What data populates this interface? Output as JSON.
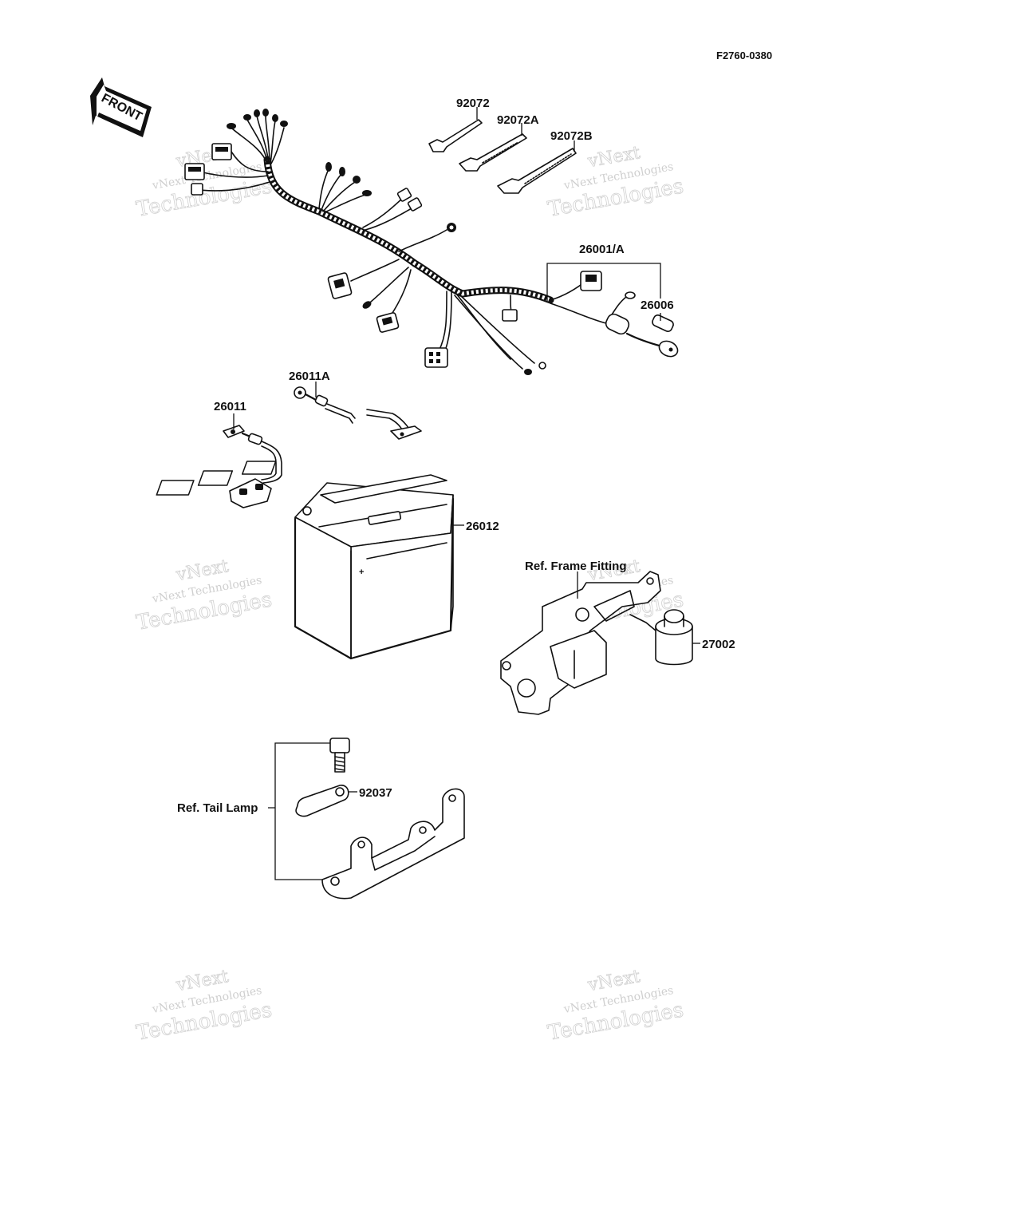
{
  "drawing_code": "F2760-0380",
  "front_arrow_label": "FRONT",
  "parts": {
    "p92072": "92072",
    "p92072a": "92072A",
    "p92072b": "92072B",
    "p26001a": "26001/A",
    "p26006": "26006",
    "p26011a": "26011A",
    "p26011": "26011",
    "p26012": "26012",
    "p27002": "27002",
    "p92037": "92037"
  },
  "refs": {
    "frame_fitting": "Ref. Frame Fitting",
    "tail_lamp": "Ref. Tail Lamp"
  },
  "watermark": {
    "line1": "vNext",
    "line2": "vNext Technologies",
    "line3": "Technologies"
  },
  "colors": {
    "ink": "#111111",
    "watermark": "#cfcfcf",
    "background": "#ffffff"
  }
}
